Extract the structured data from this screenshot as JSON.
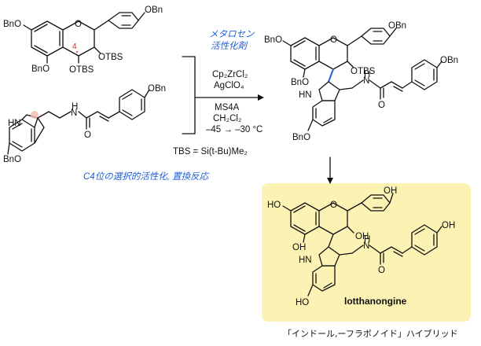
{
  "substrate_flavonoid": {
    "obn_top": "OBn",
    "bno_left": "BnO",
    "bno_bottom": "BnO",
    "o_ring": "O",
    "otbs_right": "OTBS",
    "otbs_bottom": "OTBS",
    "c4_label": "4"
  },
  "substrate_indole": {
    "obn": "OBn",
    "hn": "HN",
    "nh_amide": "N",
    "h_amide": "H",
    "o_amide": "O",
    "bno": "BnO"
  },
  "reagents": {
    "catalyst_label_1": "メタロセン",
    "catalyst_label_2": "活性化剤",
    "line1": "Cp₂ZrCl₂",
    "line2": "AgClO₄",
    "line3": "MS4A",
    "line4": "CH₂Cl₂",
    "line5": "–45 → –30 °C",
    "tbs_def": "TBS = Si(t-Bu)Me₂"
  },
  "note_c4": "C4位の選択的活性化, 置換反応",
  "product_protected": {
    "obn_top": "OBn",
    "bno_left": "BnO",
    "bno_mid": "BnO",
    "o_ring": "O",
    "otbs": "OTBS",
    "hn_indole": "HN",
    "nh_amide": "N",
    "h_amide": "H",
    "o_amide": "O",
    "obn_right": "OBn",
    "bno_bottom": "BnO"
  },
  "product_final": {
    "oh_top": "OH",
    "ho_left": "HO",
    "oh_mid": "OH",
    "ho_ring": "OH",
    "o_ring": "O",
    "hn_indole": "HN",
    "nh_amide": "N",
    "h_amide": "H",
    "o_amide": "O",
    "oh_right": "OH",
    "ho_bottom": "HO",
    "name": "lotthanongine"
  },
  "bottom_caption": "「インドール,ーフラボノイド」ハイブリッド",
  "colors": {
    "highlight_box": "#fbf2b3",
    "blue_text": "#1f5fd6",
    "red_text": "#e0201b",
    "blue_bond": "#2a5fd0"
  }
}
